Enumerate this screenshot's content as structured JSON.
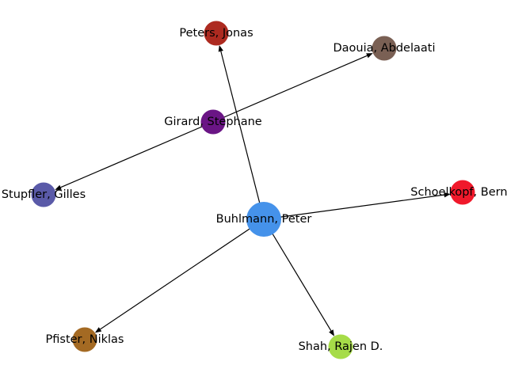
{
  "graph": {
    "nodes": [
      {
        "id": "buhlmann",
        "label": "Buhlmann, Peter",
        "color": "#4592ea",
        "size": "large"
      },
      {
        "id": "peters",
        "label": "Peters, Jonas",
        "color": "#ad2a20",
        "size": "normal"
      },
      {
        "id": "daouia",
        "label": "Daouia, Abdelaati",
        "color": "#7a6054",
        "size": "normal"
      },
      {
        "id": "girard",
        "label": "Girard, Stephane",
        "color": "#6a1585",
        "size": "normal"
      },
      {
        "id": "stupfler",
        "label": "Stupfler, Gilles",
        "color": "#5a5aa8",
        "size": "normal"
      },
      {
        "id": "schoelkopf",
        "label": "Schoelkopf, Bernh",
        "color": "#f0192b",
        "size": "normal"
      },
      {
        "id": "pfister",
        "label": "Pfister, Niklas",
        "color": "#a46a23",
        "size": "normal"
      },
      {
        "id": "shah",
        "label": "Shah, Rajen D.",
        "color": "#a6dc48",
        "size": "normal"
      }
    ],
    "edges": [
      {
        "from": "buhlmann",
        "to": "peters"
      },
      {
        "from": "buhlmann",
        "to": "schoelkopf"
      },
      {
        "from": "buhlmann",
        "to": "pfister"
      },
      {
        "from": "buhlmann",
        "to": "shah"
      },
      {
        "from": "girard",
        "to": "daouia"
      },
      {
        "from": "girard",
        "to": "stupfler"
      }
    ]
  }
}
